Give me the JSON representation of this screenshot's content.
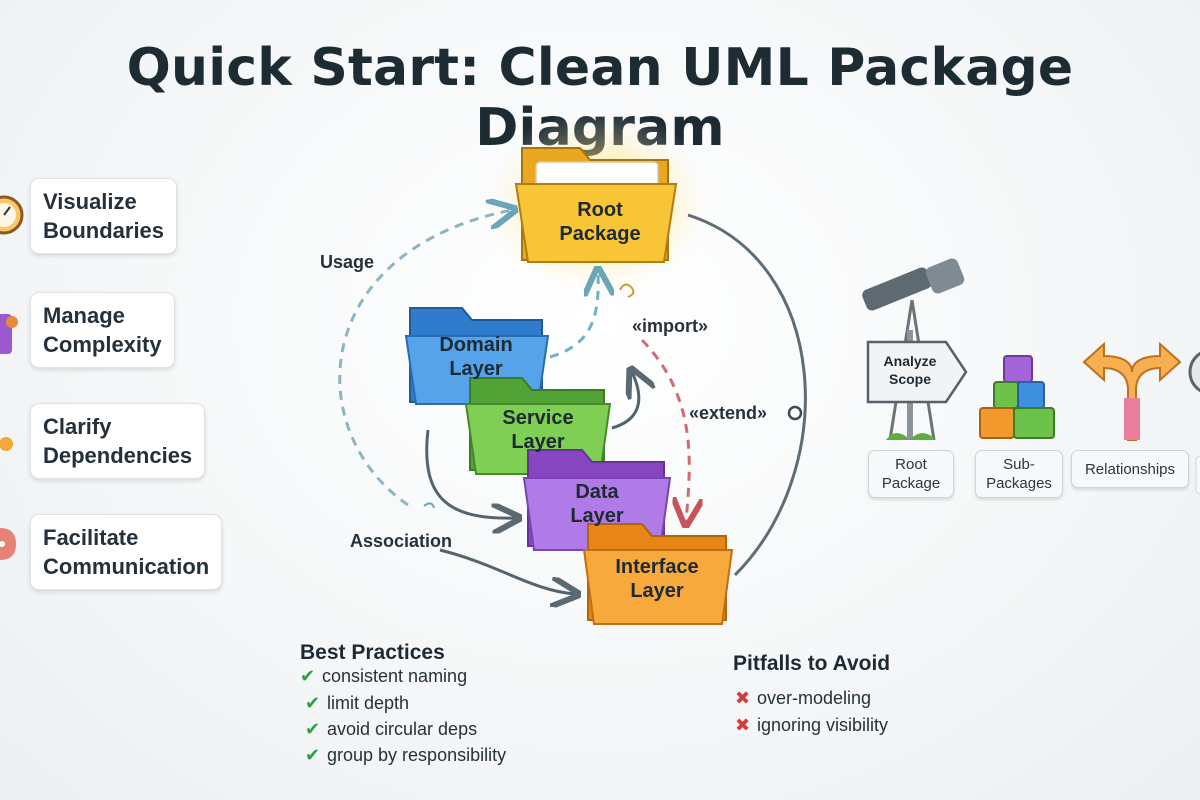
{
  "title": "Quick Start: Clean UML Package Diagram",
  "benefits": [
    {
      "label": "Visualize\nBoundaries",
      "icon": "clock-icon",
      "color": "#f2a93b"
    },
    {
      "label": "Manage\nComplexity",
      "icon": "puzzle-icon",
      "color": "#9b59d0"
    },
    {
      "label": "Clarify\nDependencies",
      "icon": "dot-icon",
      "color": "#f2a93b"
    },
    {
      "label": "Facilitate\nCommunication",
      "icon": "speech-bubble-icon",
      "color": "#e2726a"
    }
  ],
  "packages": {
    "root": {
      "label": "Root\nPackage",
      "color": "#f6c12f"
    },
    "domain": {
      "label": "Domain\nLayer",
      "color": "#3f8fe0"
    },
    "service": {
      "label": "Service\nLayer",
      "color": "#6cc24a"
    },
    "data": {
      "label": "Data\nLayer",
      "color": "#a461d8"
    },
    "interface": {
      "label": "Interface\nLayer",
      "color": "#f39a2e"
    }
  },
  "connectors": {
    "usage": "Usage",
    "import": "«import»",
    "extend": "«extend»",
    "association": "Association"
  },
  "steps": [
    {
      "label": "Root\nPackage",
      "icon": "telescope-signpost-icon",
      "sign": "Analyze\nScope"
    },
    {
      "label": "Sub-\nPackages",
      "icon": "blocks-icon"
    },
    {
      "label": "Relationships",
      "icon": "fork-arrow-icon"
    }
  ],
  "best_practices": {
    "title": "Best Practices",
    "items": [
      "consistent naming",
      "limit depth",
      "avoid circular deps",
      "group by responsibility"
    ]
  },
  "pitfalls": {
    "title": "Pitfalls to Avoid",
    "items": [
      "over-modeling",
      "ignoring visibility"
    ]
  }
}
